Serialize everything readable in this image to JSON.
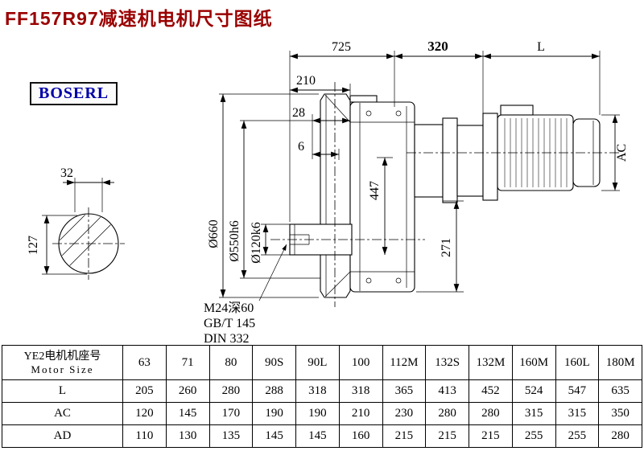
{
  "title": "FF157R97减速机电机尺寸图纸",
  "logo": "BOSERL",
  "colors": {
    "title_red": "#9a0000",
    "logo_blue": "#0000a8"
  },
  "drawing": {
    "dim_725": "725",
    "dim_320": "320",
    "dim_L": "L",
    "dim_210": "210",
    "dim_28": "28",
    "dim_6": "6",
    "dim_AC": "AC",
    "dim_32": "32",
    "dim_127": "127",
    "dim_d660": "Ø660",
    "dim_d550": "Ø550h6",
    "dim_d120": "Ø120k6",
    "dim_447": "447",
    "dim_271": "271",
    "note_thread": "M24深60",
    "note_gbt": "GB/T 145",
    "note_din": "DIN 332"
  },
  "table": {
    "header_cn": "YE2电机机座号",
    "header_en": "Motor Size",
    "sizes": [
      "63",
      "71",
      "80",
      "90S",
      "90L",
      "100",
      "112M",
      "132S",
      "132M",
      "160M",
      "160L",
      "180M"
    ],
    "rows": [
      {
        "label": "L",
        "values": [
          "205",
          "260",
          "280",
          "288",
          "318",
          "318",
          "365",
          "413",
          "452",
          "524",
          "547",
          "635"
        ]
      },
      {
        "label": "AC",
        "values": [
          "120",
          "145",
          "170",
          "190",
          "190",
          "210",
          "230",
          "280",
          "280",
          "315",
          "315",
          "350"
        ]
      },
      {
        "label": "AD",
        "values": [
          "110",
          "130",
          "135",
          "145",
          "145",
          "160",
          "215",
          "215",
          "215",
          "255",
          "255",
          "280"
        ]
      }
    ]
  }
}
